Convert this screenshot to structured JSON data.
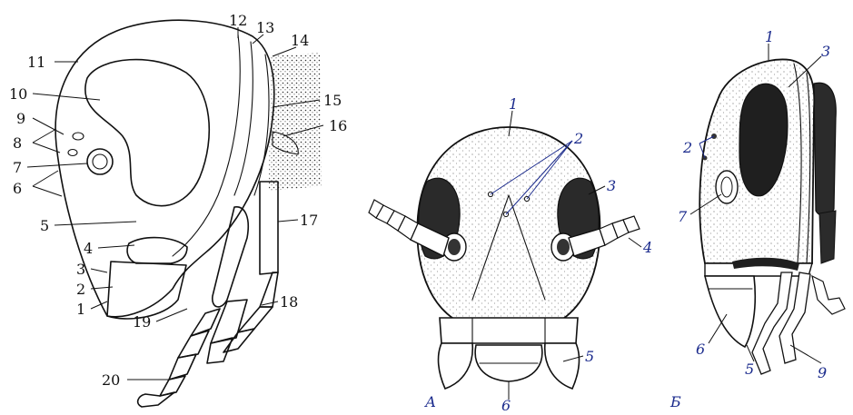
{
  "panels": [
    {
      "id": "left",
      "caption": "",
      "labels": [
        "1",
        "2",
        "3",
        "4",
        "5",
        "6",
        "7",
        "8",
        "9",
        "10",
        "11",
        "12",
        "13",
        "14",
        "15",
        "16",
        "17",
        "18",
        "19",
        "20"
      ]
    },
    {
      "id": "center",
      "caption": "А",
      "labels": [
        "1",
        "2",
        "3",
        "4",
        "5",
        "6"
      ]
    },
    {
      "id": "right",
      "caption": "Б",
      "labels": [
        "1",
        "3",
        "2",
        "7",
        "6",
        "5",
        "9"
      ]
    }
  ],
  "colors": {
    "ink": "#111111",
    "label_blue": "#1a2a8c",
    "background": "#ffffff"
  }
}
